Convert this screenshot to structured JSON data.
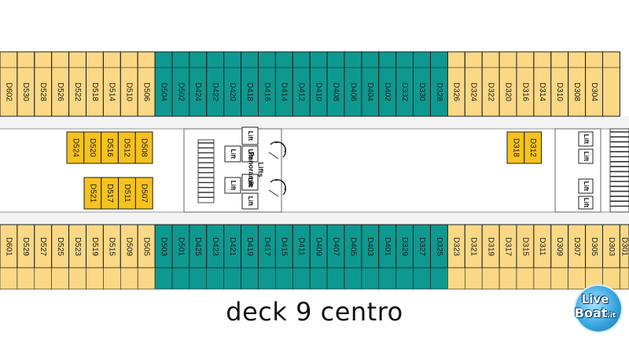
{
  "title": "deck 9 centro",
  "colors": {
    "standard_cabin": "#FBD885",
    "teal_cabin": "#0E9990",
    "suite_cabin": "#F7C21D",
    "deck_floor": "#F3F3F3",
    "outline": "#1E1E1E"
  },
  "cabins": {
    "top_row": [
      {
        "label": "D602",
        "cat": "standard"
      },
      {
        "label": "D530",
        "cat": "standard"
      },
      {
        "label": "D528",
        "cat": "standard"
      },
      {
        "label": "D526",
        "cat": "standard"
      },
      {
        "label": "D522",
        "cat": "standard"
      },
      {
        "label": "D518",
        "cat": "standard"
      },
      {
        "label": "D514",
        "cat": "standard"
      },
      {
        "label": "D510",
        "cat": "standard"
      },
      {
        "label": "D506",
        "cat": "standard"
      },
      {
        "label": "D504",
        "cat": "teal"
      },
      {
        "label": "D502",
        "cat": "teal"
      },
      {
        "label": "D424",
        "cat": "teal"
      },
      {
        "label": "D422",
        "cat": "teal"
      },
      {
        "label": "D420",
        "cat": "teal"
      },
      {
        "label": "D418",
        "cat": "teal"
      },
      {
        "label": "D416",
        "cat": "teal"
      },
      {
        "label": "D414",
        "cat": "teal"
      },
      {
        "label": "D412",
        "cat": "teal"
      },
      {
        "label": "D410",
        "cat": "teal"
      },
      {
        "label": "D408",
        "cat": "teal"
      },
      {
        "label": "D406",
        "cat": "teal"
      },
      {
        "label": "D404",
        "cat": "teal"
      },
      {
        "label": "D402",
        "cat": "teal"
      },
      {
        "label": "D332",
        "cat": "teal"
      },
      {
        "label": "D330",
        "cat": "teal"
      },
      {
        "label": "D328",
        "cat": "teal"
      },
      {
        "label": "D326",
        "cat": "standard"
      },
      {
        "label": "D324",
        "cat": "standard"
      },
      {
        "label": "D322",
        "cat": "standard"
      },
      {
        "label": "D320",
        "cat": "standard"
      },
      {
        "label": "D316",
        "cat": "standard"
      },
      {
        "label": "D314",
        "cat": "standard"
      },
      {
        "label": "D310",
        "cat": "standard"
      },
      {
        "label": "D308",
        "cat": "standard"
      },
      {
        "label": "D304",
        "cat": "standard"
      },
      {
        "label": "",
        "cat": "standard"
      }
    ],
    "bottom_row": [
      {
        "label": "D601",
        "cat": "standard"
      },
      {
        "label": "D529",
        "cat": "standard"
      },
      {
        "label": "D527",
        "cat": "standard"
      },
      {
        "label": "D525",
        "cat": "standard"
      },
      {
        "label": "D523",
        "cat": "standard"
      },
      {
        "label": "D519",
        "cat": "standard"
      },
      {
        "label": "D515",
        "cat": "standard"
      },
      {
        "label": "D509",
        "cat": "standard"
      },
      {
        "label": "D505",
        "cat": "standard"
      },
      {
        "label": "D503",
        "cat": "teal"
      },
      {
        "label": "D501",
        "cat": "teal"
      },
      {
        "label": "D425",
        "cat": "teal"
      },
      {
        "label": "D423",
        "cat": "teal"
      },
      {
        "label": "D421",
        "cat": "teal"
      },
      {
        "label": "D419",
        "cat": "teal"
      },
      {
        "label": "D417",
        "cat": "teal"
      },
      {
        "label": "D415",
        "cat": "teal"
      },
      {
        "label": "D411",
        "cat": "teal"
      },
      {
        "label": "D409",
        "cat": "teal"
      },
      {
        "label": "D407",
        "cat": "teal"
      },
      {
        "label": "D405",
        "cat": "teal"
      },
      {
        "label": "D403",
        "cat": "teal"
      },
      {
        "label": "D401",
        "cat": "teal"
      },
      {
        "label": "D329",
        "cat": "teal"
      },
      {
        "label": "D327",
        "cat": "teal"
      },
      {
        "label": "D325",
        "cat": "teal"
      },
      {
        "label": "D323",
        "cat": "standard"
      },
      {
        "label": "D321",
        "cat": "standard"
      },
      {
        "label": "D319",
        "cat": "standard"
      },
      {
        "label": "D317",
        "cat": "standard"
      },
      {
        "label": "D315",
        "cat": "standard"
      },
      {
        "label": "D311",
        "cat": "standard"
      },
      {
        "label": "D309",
        "cat": "standard"
      },
      {
        "label": "D307",
        "cat": "standard"
      },
      {
        "label": "D305",
        "cat": "standard"
      },
      {
        "label": "D303",
        "cat": "standard"
      },
      {
        "label": "D301",
        "cat": "standard"
      }
    ],
    "inner_upper_left": [
      "D524",
      "D520",
      "D516",
      "D512",
      "D508"
    ],
    "inner_lower_left": [
      "D521",
      "D517",
      "D511",
      "D507"
    ],
    "inner_right": [
      "D318",
      "D312"
    ]
  },
  "lifts": {
    "label": "Lift",
    "panoramic_line1": "Panoramic",
    "panoramic_line2": "Lifts"
  },
  "logo": {
    "line1": "Live",
    "line2": "Boat",
    "suffix": ".it"
  }
}
